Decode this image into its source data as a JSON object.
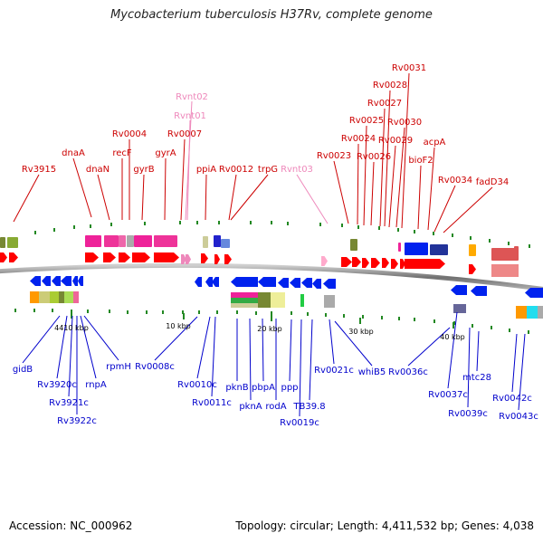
{
  "title": "Mycobacterium tuberculosis H37Rv, complete genome",
  "footer": {
    "accession": "Accession: NC_000962",
    "summary": "Topology: circular; Length: 4,411,532 bp; Genes: 4,038"
  },
  "colors": {
    "forward_label": "#cc0000",
    "reverse_label": "#0000cc",
    "rna_label": "#ee88bb",
    "forward_arrow": "#ff0000",
    "reverse_arrow": "#0022ee",
    "backbone": "#888888",
    "tick": "#228822"
  },
  "forward_genes": [
    {
      "name": "Rv3915",
      "type": "gene"
    },
    {
      "name": "dnaA",
      "type": "gene"
    },
    {
      "name": "dnaN",
      "type": "gene"
    },
    {
      "name": "recF",
      "type": "gene"
    },
    {
      "name": "Rv0004",
      "type": "gene"
    },
    {
      "name": "gyrB",
      "type": "gene"
    },
    {
      "name": "gyrA",
      "type": "gene"
    },
    {
      "name": "Rv0007",
      "type": "gene"
    },
    {
      "name": "Rvnt02",
      "type": "rna"
    },
    {
      "name": "Rvnt01",
      "type": "rna"
    },
    {
      "name": "ppiA",
      "type": "gene"
    },
    {
      "name": "Rv0012",
      "type": "gene"
    },
    {
      "name": "trpG",
      "type": "gene"
    },
    {
      "name": "Rvnt03",
      "type": "rna"
    },
    {
      "name": "Rv0023",
      "type": "gene"
    },
    {
      "name": "Rv0024",
      "type": "gene"
    },
    {
      "name": "Rv0025",
      "type": "gene"
    },
    {
      "name": "Rv0026",
      "type": "gene"
    },
    {
      "name": "Rv0027",
      "type": "gene"
    },
    {
      "name": "Rv0028",
      "type": "gene"
    },
    {
      "name": "Rv0029",
      "type": "gene"
    },
    {
      "name": "Rv0030",
      "type": "gene"
    },
    {
      "name": "Rv0031",
      "type": "gene"
    },
    {
      "name": "bioF2",
      "type": "gene"
    },
    {
      "name": "acpA",
      "type": "gene"
    },
    {
      "name": "Rv0034",
      "type": "gene"
    },
    {
      "name": "fadD34",
      "type": "gene"
    }
  ],
  "reverse_genes": [
    "gidB",
    "Rv3920c",
    "Rv3921c",
    "Rv3922c",
    "rnpA",
    "rpmH",
    "Rv0008c",
    "Rv0010c",
    "Rv0011c",
    "pknB",
    "pknA",
    "pbpA",
    "rodA",
    "ppp",
    "Rv0019c",
    "TB39.8",
    "Rv0021c",
    "whiB5",
    "Rv0036c",
    "Rv0037c",
    "Rv0039c",
    "mtc28",
    "Rv0042c",
    "Rv0043c"
  ],
  "scale_labels": [
    "4410 kbp",
    "10 kbp",
    "20 kbp",
    "30 kbp",
    "40 kbp"
  ]
}
